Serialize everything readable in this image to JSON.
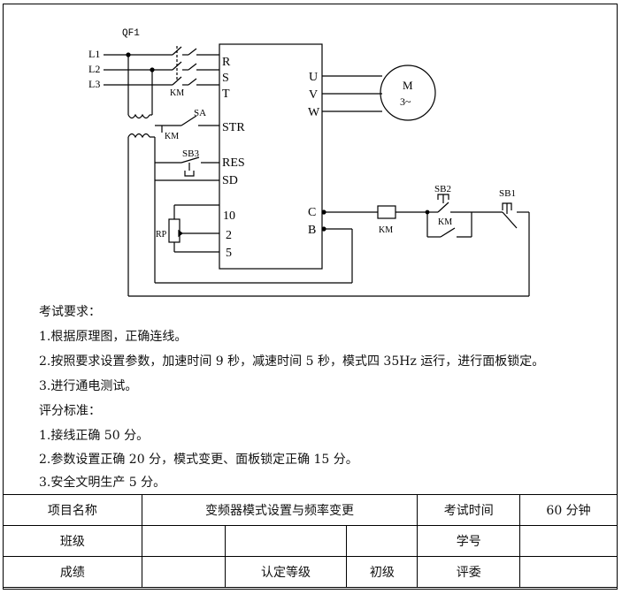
{
  "diagram": {
    "breaker": "QF1",
    "lines": [
      "L1",
      "L2",
      "L3"
    ],
    "contactor_main": "KM",
    "inputs": [
      "R",
      "S",
      "T"
    ],
    "outputs": [
      "U",
      "V",
      "W"
    ],
    "motor": {
      "label": "M",
      "phase": "3~"
    },
    "str_switch_label": "SA",
    "km_aux": "KM",
    "str": "STR",
    "res": "RES",
    "sb3": "SB3",
    "sd": "SD",
    "pot": "RP",
    "t10": "10",
    "t2": "2",
    "t5": "5",
    "tc": "C",
    "tb": "B",
    "coil": "KM",
    "sb2": "SB2",
    "km_hold": "KM",
    "sb1": "SB1"
  },
  "requirements": {
    "heading": "考试要求：",
    "items": [
      "1.根据原理图，正确连线。",
      "2.按照要求设置参数，加速时间 9 秒，减速时间 5 秒，模式四 35Hz 运行，进行面板锁定。",
      "3.进行通电测试。"
    ]
  },
  "scoring": {
    "heading": "评分标准：",
    "items": [
      "1.接线正确 50 分。",
      "2.参数设置正确 20 分，模式变更、面板锁定正确 15 分。",
      "3.安全文明生产 5 分。"
    ]
  },
  "table": {
    "project_label": "项目名称",
    "project_value": "变频器模式设置与频率变更",
    "time_label": "考试时间",
    "time_value": "60 分钟",
    "class_label": "班级",
    "student_id_label": "学号",
    "score_label": "成绩",
    "grade_label": "认定等级",
    "grade_value": "初级",
    "judge_label": "评委"
  }
}
